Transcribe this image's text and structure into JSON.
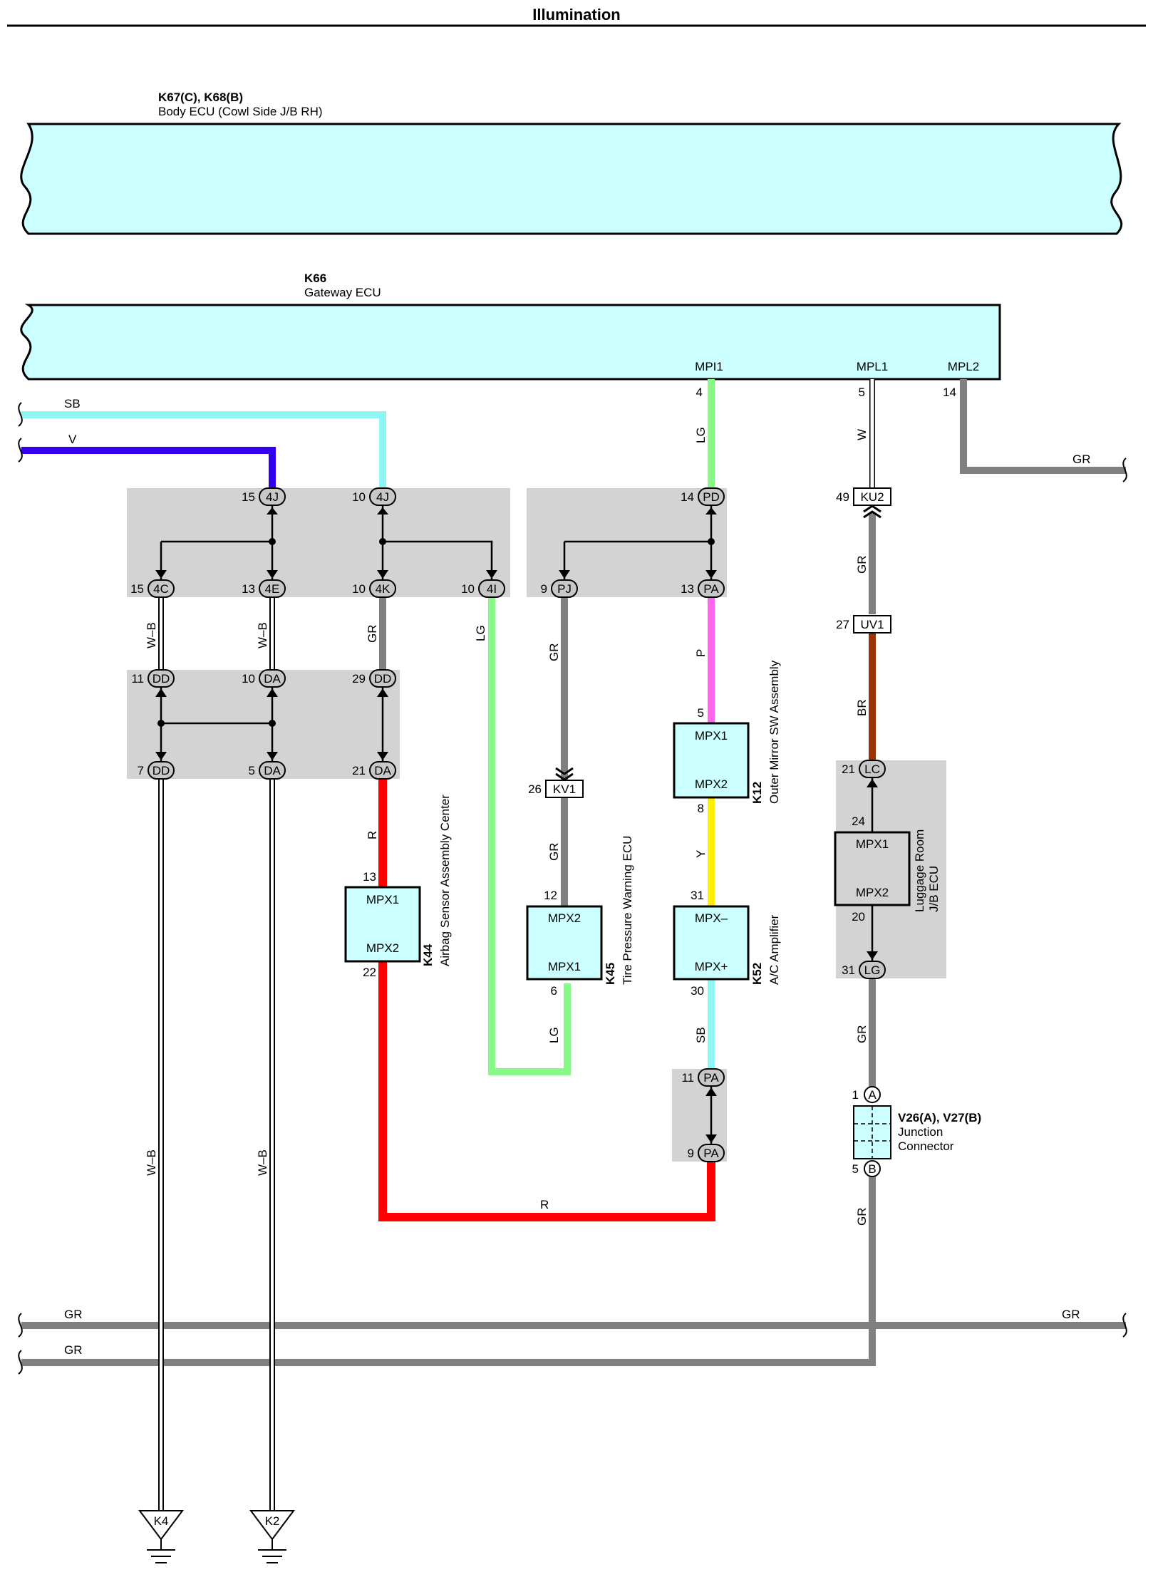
{
  "title": "Illumination",
  "body_ecu": {
    "code": "K67(C), K68(B)",
    "name": "Body ECU (Cowl Side J/B RH)"
  },
  "gateway_ecu": {
    "code": "K66",
    "name": "Gateway ECU",
    "terminals": [
      "MPI1",
      "MPL1",
      "MPL2"
    ]
  },
  "pins": {
    "4J_15": "15",
    "4J_10": "10",
    "4C_15": "15",
    "4E_13": "13",
    "4K_10": "10",
    "4I_10": "10",
    "PD_14": "14",
    "PJ_9": "9",
    "PA_13": "13",
    "DD_11": "11",
    "DA_10": "10",
    "DD_29": "29",
    "DD_7": "7",
    "DA_5": "5",
    "DA_21": "21",
    "MPI1_4": "4",
    "MPL1_5": "5",
    "MPL2_14": "14",
    "KU2_49": "49",
    "UV1_27": "27",
    "KV1_26": "26",
    "LC_21": "21",
    "LR_24": "24",
    "LR_20": "20",
    "LG_31": "31",
    "K44_13": "13",
    "K44_22": "22",
    "K45_12": "12",
    "K45_6": "6",
    "K12_5": "5",
    "K12_8": "8",
    "K52_31": "31",
    "K52_30": "30",
    "PA_11": "11",
    "PA_9": "9",
    "J_1": "1",
    "J_5": "5"
  },
  "connectors": {
    "c4J": "4J",
    "c4C": "4C",
    "c4E": "4E",
    "c4K": "4K",
    "c4I": "4I",
    "cPD": "PD",
    "cPJ": "PJ",
    "cPA": "PA",
    "cDD": "DD",
    "cDA": "DA",
    "cKU2": "KU2",
    "cUV1": "UV1",
    "cKV1": "KV1",
    "cLC": "LC",
    "cLG": "LG",
    "cA": "A",
    "cB": "B"
  },
  "wire_colors": {
    "SB": "SB",
    "V": "V",
    "WB": "W–B",
    "GR": "GR",
    "LG": "LG",
    "P": "P",
    "Y": "Y",
    "R": "R",
    "W": "W",
    "BR": "BR"
  },
  "modules": {
    "K44": {
      "code": "K44",
      "name": "Airbag Sensor Assembly Center",
      "t1": "MPX1",
      "t2": "MPX2"
    },
    "K45": {
      "code": "K45",
      "name": "Tire Pressure Warning ECU",
      "t1": "MPX2",
      "t2": "MPX1"
    },
    "K12": {
      "code": "K12",
      "name": "Outer Mirror SW Assembly",
      "t1": "MPX1",
      "t2": "MPX2"
    },
    "K52": {
      "code": "K52",
      "name": "A/C Amplifier",
      "t1": "MPX–",
      "t2": "MPX+"
    },
    "LR": {
      "name1": "Luggage Room",
      "name2": "J/B ECU",
      "t1": "MPX1",
      "t2": "MPX2"
    }
  },
  "junction": {
    "code": "V26(A), V27(B)",
    "name1": "Junction",
    "name2": "Connector"
  },
  "grounds": {
    "g1": "K4",
    "g2": "K2"
  },
  "colors": {
    "SB": "#8ef4f4",
    "V": "#3300ee",
    "GR": "#808080",
    "LG": "#88f888",
    "P": "#ff66ee",
    "Y": "#ffee00",
    "R": "#ff0000",
    "BR": "#993300",
    "ecu": "#ccffff",
    "jb": "#d3d3d3"
  }
}
